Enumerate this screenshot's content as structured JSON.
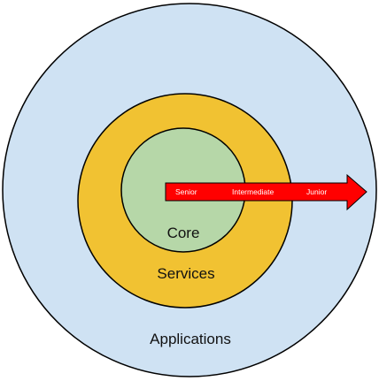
{
  "rings": [
    {
      "label": "Applications",
      "fill": "#cfe2f3"
    },
    {
      "label": "Services",
      "fill": "#f1c232"
    },
    {
      "label": "Core",
      "fill": "#b6d7a8"
    }
  ],
  "arrow": {
    "fill": "#ff0000",
    "labels": [
      "Senior",
      "Intermediate",
      "Junior"
    ]
  },
  "stroke_color": "#000000"
}
